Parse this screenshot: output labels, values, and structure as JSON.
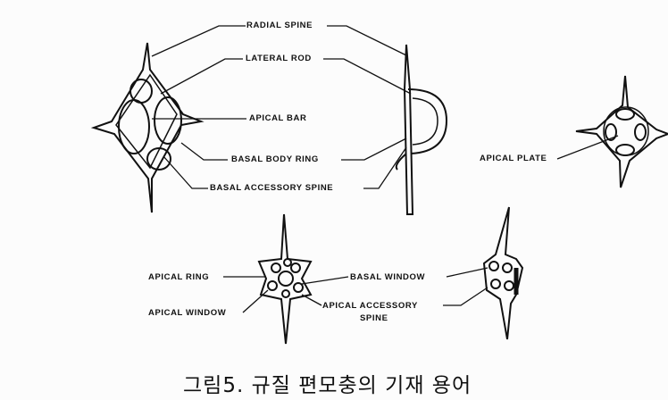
{
  "labels": {
    "radial_spine": "RADIAL SPINE",
    "lateral_rod": "LATERAL ROD",
    "apical_bar": "APICAL BAR",
    "basal_body_ring": "BASAL BODY RING",
    "basal_accessory_spine": "BASAL ACCESSORY SPINE",
    "apical_plate": "APICAL PLATE",
    "apical_ring": "APICAL RING",
    "apical_window": "APICAL WINDOW",
    "basal_window": "BASAL WINDOW",
    "apical_accessory_spine_1": "APICAL ACCESSORY",
    "apical_accessory_spine_2": "SPINE"
  },
  "caption": "그림5. 규질 편모충의 기재 용어"
}
